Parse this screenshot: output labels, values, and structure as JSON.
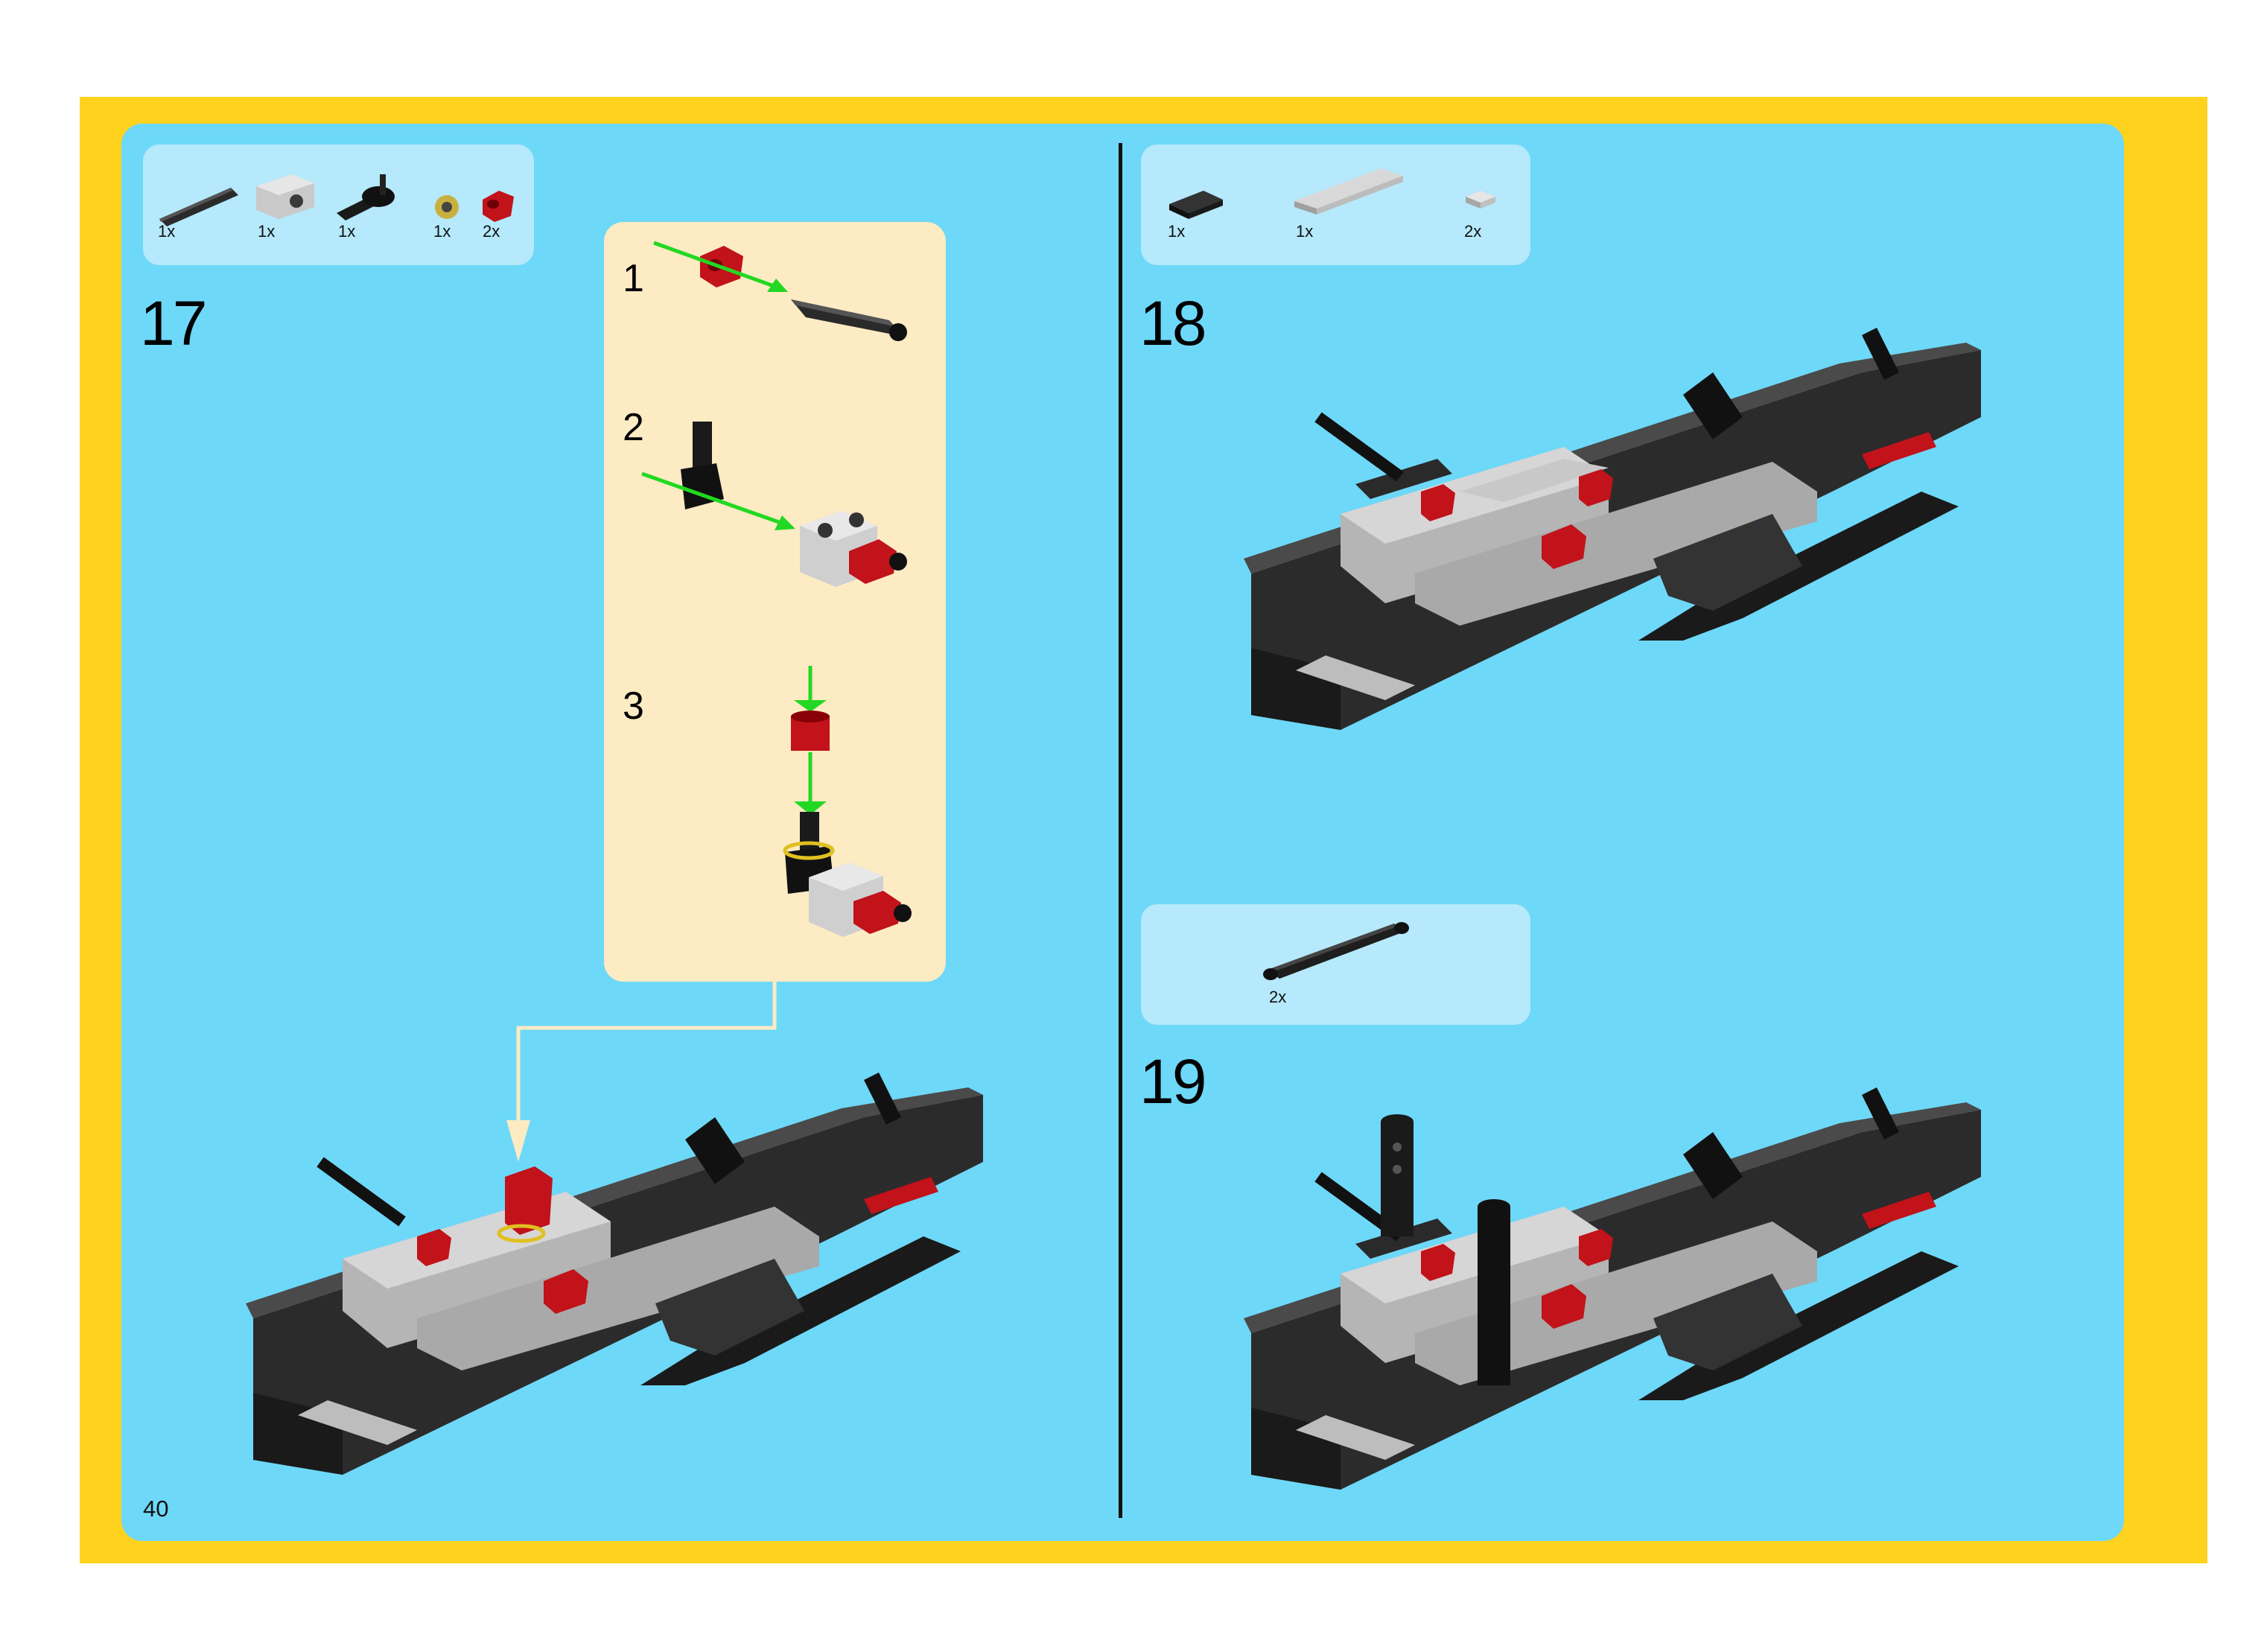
{
  "page_number": "40",
  "steps": [
    {
      "number": "17",
      "parts": [
        {
          "qty": "1x",
          "icon": "axle-part-icon"
        },
        {
          "qty": "1x",
          "icon": "technic-brick-part-icon"
        },
        {
          "qty": "1x",
          "icon": "axle-pin-part-icon"
        },
        {
          "qty": "1x",
          "icon": "bush-part-icon"
        },
        {
          "qty": "2x",
          "icon": "red-bush-part-icon"
        }
      ],
      "substeps": [
        "1",
        "2",
        "3"
      ]
    },
    {
      "number": "18",
      "parts": [
        {
          "qty": "1x",
          "icon": "black-tile-part-icon"
        },
        {
          "qty": "1x",
          "icon": "grey-plate-part-icon"
        },
        {
          "qty": "2x",
          "icon": "grey-tile-part-icon"
        }
      ]
    },
    {
      "number": "19",
      "parts": [
        {
          "qty": "2x",
          "icon": "black-beam-part-icon"
        }
      ]
    }
  ],
  "colors": {
    "frame": "#FFD21E",
    "panel": "#6ED8F8",
    "parts_box": "#B5E9FB",
    "substep_panel": "#FDEBC4",
    "arrow": "#22D822",
    "callout_line": "#FDEBC4"
  }
}
